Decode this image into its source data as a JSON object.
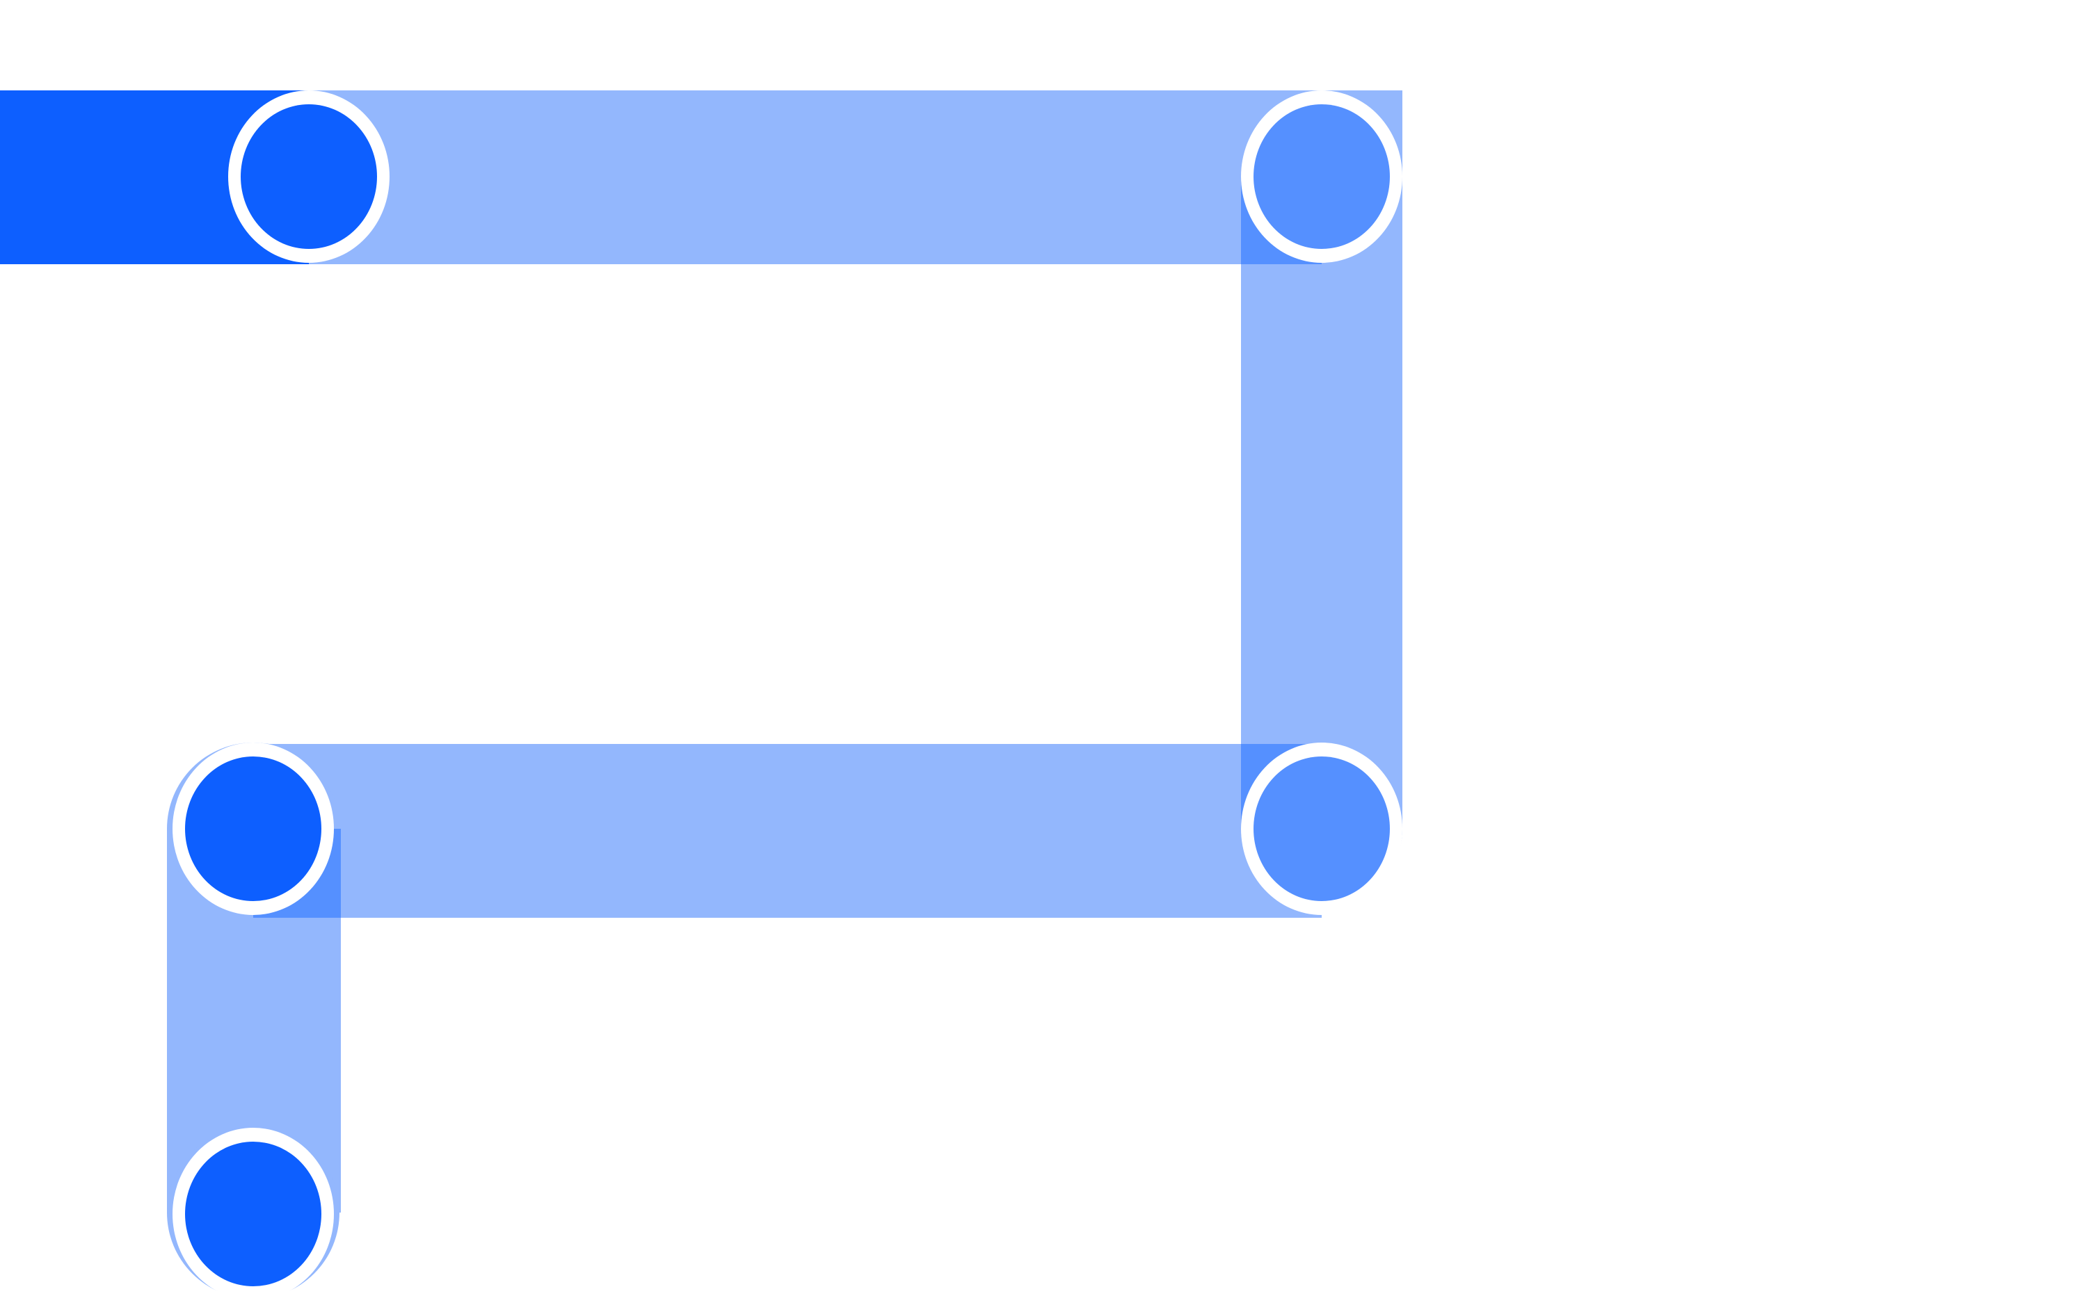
{
  "diagram": {
    "type": "step-path",
    "colors": {
      "completed": "#0d5fff",
      "pending": "#93b7fd",
      "overlap": "#5590ff",
      "ring": "#ffffff",
      "background": "#ffffff"
    },
    "nodes": [
      {
        "name": "node-1",
        "state": "completed"
      },
      {
        "name": "node-2",
        "state": "pending"
      },
      {
        "name": "node-3",
        "state": "pending"
      },
      {
        "name": "node-4",
        "state": "completed"
      },
      {
        "name": "node-5",
        "state": "completed"
      }
    ],
    "segments": [
      {
        "from": "start",
        "to": "node-1",
        "state": "completed"
      },
      {
        "from": "node-1",
        "to": "node-2",
        "state": "pending"
      },
      {
        "from": "node-2",
        "to": "node-3",
        "state": "pending"
      },
      {
        "from": "node-3",
        "to": "node-4",
        "state": "pending"
      },
      {
        "from": "node-4",
        "to": "node-5",
        "state": "pending"
      }
    ]
  }
}
